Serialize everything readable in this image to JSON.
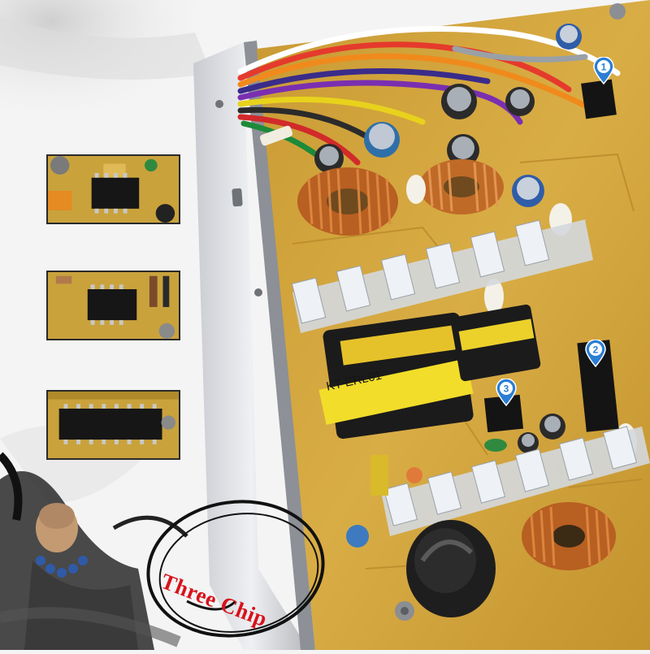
{
  "caption": "Three Chip",
  "transformer_label": "KT-ERL01",
  "markers": [
    "1",
    "2",
    "3"
  ],
  "colors": {
    "pcb": "#d2a63e",
    "caption_red": "#d8121b",
    "marker_blue": "#2a7fd4",
    "copper": "#c8702e"
  }
}
